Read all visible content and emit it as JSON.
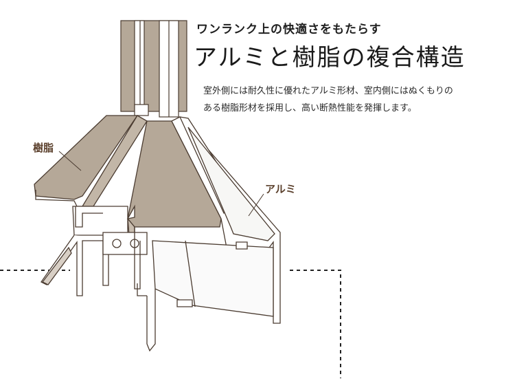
{
  "header": {
    "subtitle": "ワンランク上の快適さをもたらす",
    "title": "アルミと樹脂の複合構造"
  },
  "description": {
    "line1": "室外側には耐久性に優れたアルミ形材、室内側にはぬくもりの",
    "line2": "ある樹脂形材を採用し、高い断熱性能を発揮します。"
  },
  "labels": {
    "resin": "樹脂",
    "aluminum": "アルミ"
  },
  "colors": {
    "resin": "#b5a898",
    "aluminum": "#ffffff",
    "outline": "#4a3b30",
    "label": "#5a3f2b"
  }
}
